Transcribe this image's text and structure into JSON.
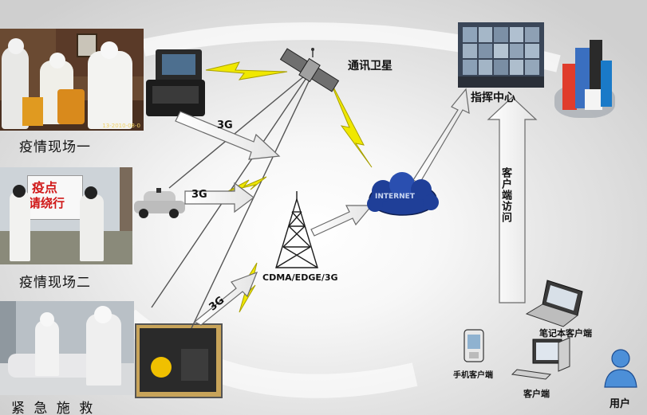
{
  "labels": {
    "site1": "疫情现场一",
    "site2": "疫情现场二",
    "rescue": "紧 急 施 救",
    "satellite": "通讯卫星",
    "command": "指挥中心",
    "internet": "INTERNET",
    "tower": "CDMA/EDGE/3G",
    "g3_a": "3G",
    "g3_b": "3G",
    "g3_c": "3G",
    "client_access": "客户端访问",
    "laptop": "笔记本客户端",
    "mobile": "手机客户端",
    "pc": "客户端",
    "user": "用户",
    "sign_line1": "疫点",
    "sign_line2": "请绕行",
    "photo_timestamp": "13-2010-08-0"
  }
}
